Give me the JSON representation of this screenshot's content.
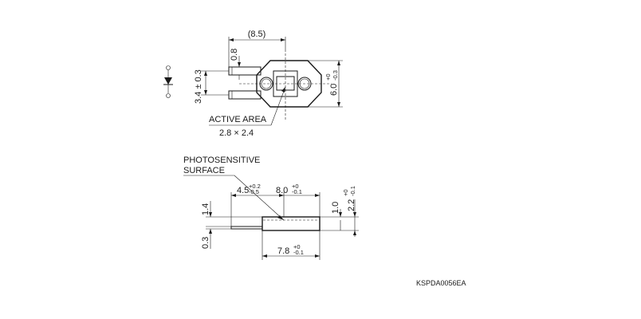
{
  "top_view": {
    "overall_width": "(8.5)",
    "lead_width": "0.8",
    "lead_pitch": "3.4 ± 0.3",
    "body_height": {
      "main": "6.0",
      "tol_upper": "+0",
      "tol_lower": "-0.3"
    },
    "active_area_label": "ACTIVE AREA",
    "active_area_size": "2.8 × 2.4"
  },
  "side_view": {
    "photosensitive_label_line1": "PHOTOSENSITIVE",
    "photosensitive_label_line2": "SURFACE",
    "lead_offset": {
      "main": "4.5",
      "tol_upper": "+0.2",
      "tol_lower": "-0.5"
    },
    "top_length": {
      "main": "8.0",
      "tol_upper": "+0",
      "tol_lower": "-0.1"
    },
    "bottom_length": {
      "main": "7.8",
      "tol_upper": "+0",
      "tol_lower": "-0.1"
    },
    "lead_height": "1.4",
    "lead_thickness": "0.3",
    "surface_depth": "1.0",
    "total_height": {
      "main": "2.2",
      "tol_upper": "+0",
      "tol_lower": "-0.1"
    }
  },
  "drawing_code": "KSPDA0056EA"
}
